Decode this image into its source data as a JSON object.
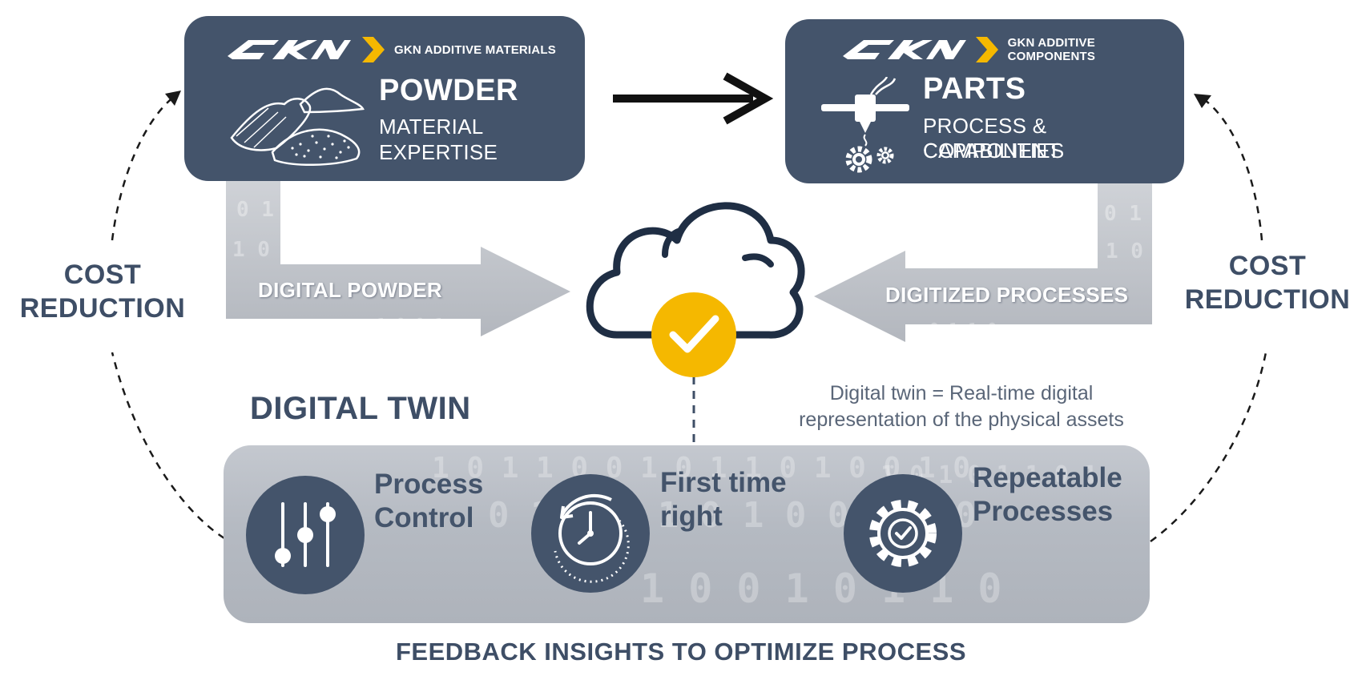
{
  "materials_box": {
    "brand": "GKN ADDITIVE MATERIALS",
    "title": "POWDER",
    "subtitle_line1": "MATERIAL",
    "subtitle_line2": "EXPERTISE"
  },
  "components_box": {
    "brand": "GKN ADDITIVE COMPONENTS",
    "title": "PARTS",
    "subtitle_line1": "PROCESS & COMPONENT",
    "subtitle_line2": "CAPABILITIES"
  },
  "left_flow_label": "DIGITAL POWDER",
  "right_flow_label": "DIGITIZED PROCESSES",
  "left_loop": {
    "line1": "COST",
    "line2": "REDUCTION"
  },
  "right_loop": {
    "line1": "COST",
    "line2": "REDUCTION"
  },
  "twin_heading": "DIGITAL TWIN",
  "twin_definition": {
    "line1": "Digital twin = Real-time digital",
    "line2": "representation of the physical assets"
  },
  "features": [
    {
      "line1": "Process",
      "line2": "Control",
      "icon": "sliders-icon"
    },
    {
      "line1": "First time",
      "line2": "right",
      "icon": "clock-icon"
    },
    {
      "line1": "Repeatable",
      "line2": "Processes",
      "icon": "gear-check-icon"
    }
  ],
  "bottom_label": "FEEDBACK INSIGHTS TO OPTIMIZE PROCESS",
  "colors": {
    "navy": "#44546b",
    "accent_yellow": "#f5b800",
    "label_text": "#3e4e66",
    "flow_arrow_grey": "#b8bcc3"
  }
}
